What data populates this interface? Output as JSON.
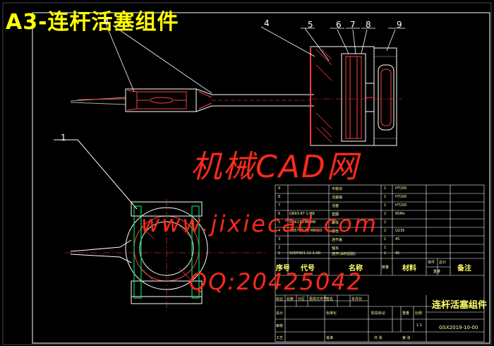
{
  "title": "A3-连杆活塞组件",
  "watermark": {
    "line1": "机械CAD网",
    "line2": "www.jixiecad.com",
    "line3": "QQ:20425042"
  },
  "callouts": [
    "1",
    "4",
    "4",
    "5",
    "6",
    "7",
    "8",
    "9"
  ],
  "title_block": {
    "headers": {
      "seq": "序号",
      "code": "代号",
      "name": "名称",
      "qty": "数量",
      "material": "材料",
      "single": "单件",
      "total": "总计",
      "weight": "重量",
      "remark": "备注"
    },
    "parts_rows": [
      {
        "seq": "9",
        "code": "",
        "name": "平衡块",
        "qty": "1",
        "material": "HT200"
      },
      {
        "seq": "8",
        "code": "",
        "name": "活塞销",
        "qty": "1",
        "material": "HT200"
      },
      {
        "seq": "7",
        "code": "",
        "name": "活塞",
        "qty": "1",
        "material": "HT200"
      },
      {
        "seq": "6",
        "code": "GB93-87 1-M8",
        "name": "垫圈",
        "qty": "2",
        "material": "65Mn"
      },
      {
        "seq": "5",
        "code": "GB6170-86 M8",
        "name": "螺母",
        "qty": "2",
        "material": ""
      },
      {
        "seq": "4",
        "code": "GB5782-86 M8x50",
        "name": "螺栓",
        "qty": "2",
        "material": "Q235"
      },
      {
        "seq": "3",
        "code": "",
        "name": "连杆盖",
        "qty": "1",
        "material": "45"
      },
      {
        "seq": "2",
        "code": "",
        "name": "轴瓦",
        "qty": "1",
        "material": ""
      },
      {
        "seq": "1",
        "code": "SXDY001-11-1-00",
        "name": "连杆(油石刮削)",
        "qty": "1",
        "material": "45"
      }
    ],
    "lower": {
      "mark": "标记",
      "count": "处数",
      "zone": "分区",
      "doc_no": "更改文件号",
      "sign": "签名",
      "date": "年月日",
      "design": "设计",
      "standardize": "标准化",
      "stage_mark": "阶段标记",
      "weight": "重量",
      "scale": "比例",
      "scale_value": "1:1",
      "review": "审核",
      "process": "工艺",
      "approve": "批准",
      "sheets": "共 张",
      "sheet_no": "第 张",
      "drawing_name": "连杆活塞组件",
      "drawing_code": "GSX2019-10-00"
    }
  }
}
